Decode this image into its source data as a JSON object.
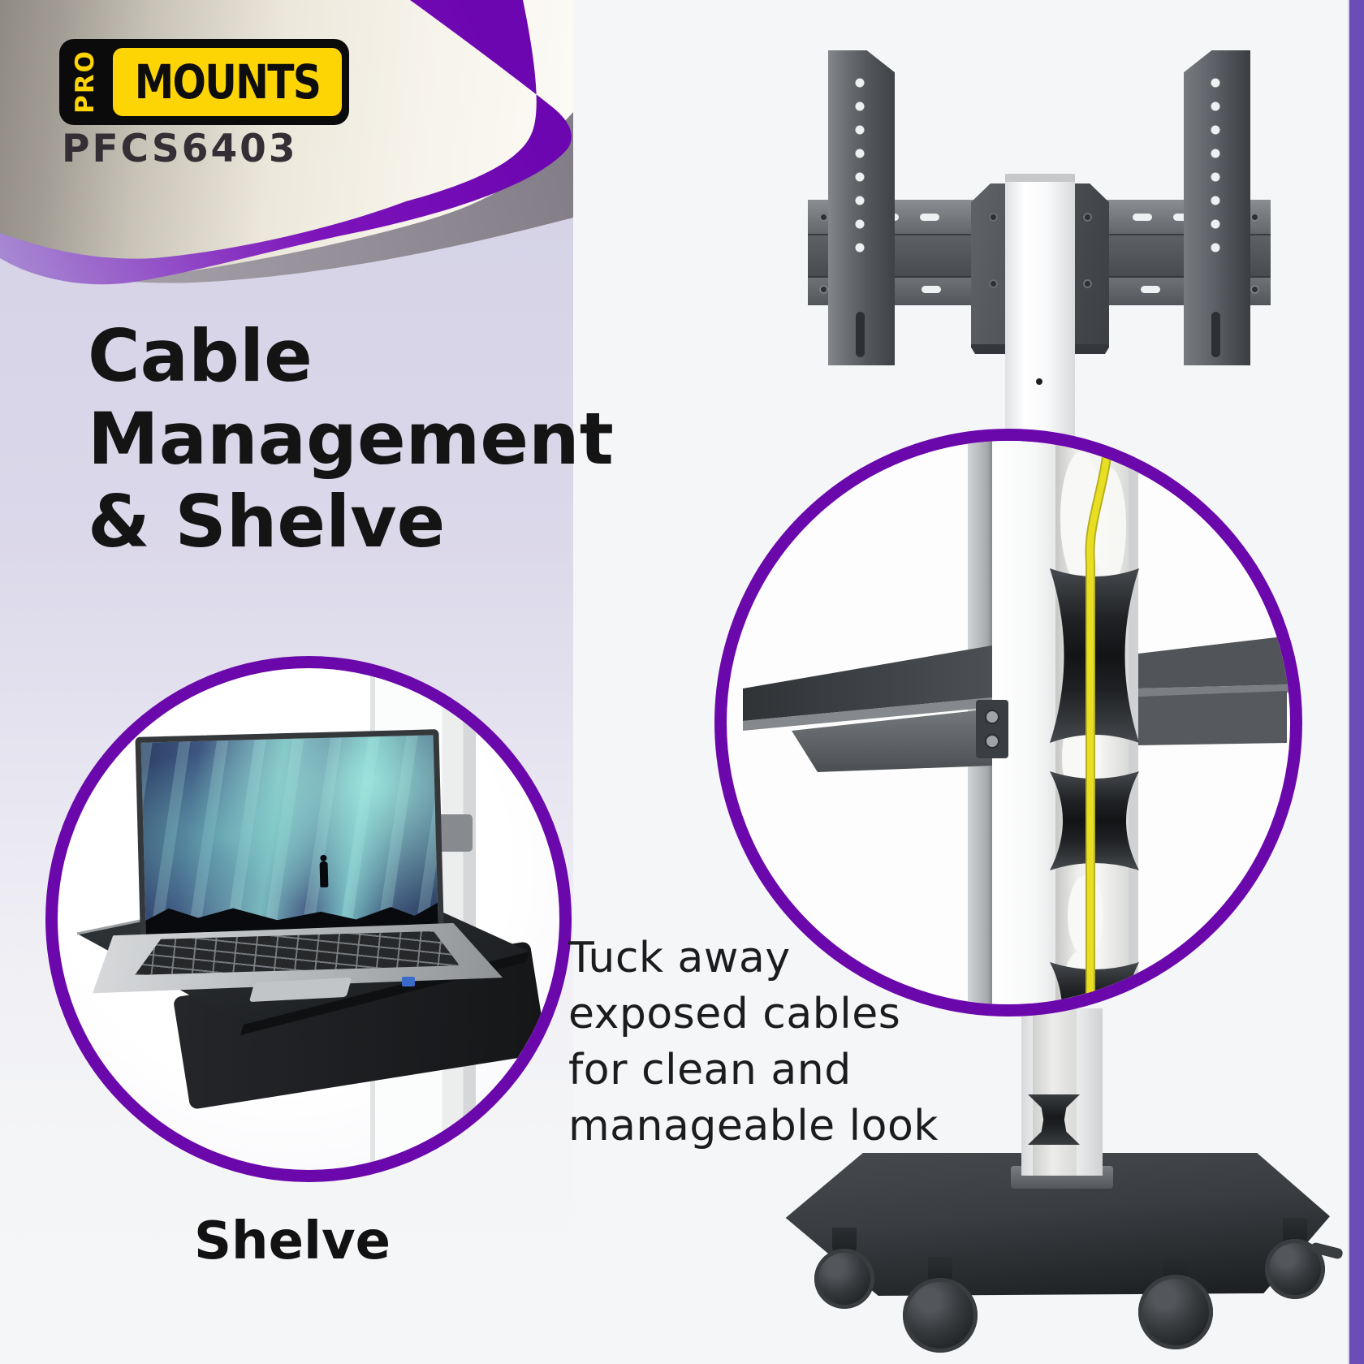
{
  "brand": {
    "pro": "PRO",
    "mounts": "MOUNTS",
    "model": "PFCS6403"
  },
  "heading": "Cable\nManagement\n& Shelve",
  "callouts": {
    "shelf_label": "Shelve",
    "cable_text": "Tuck away\nexposed cables\nfor clean and\nmanageable look"
  },
  "colors": {
    "accent_purple": "#6b08ab",
    "accent_bar": "#6a4db6",
    "brand_yellow": "#fdd404",
    "cable_yellow": "#e8df25",
    "lavender": "#d6d3e7"
  }
}
